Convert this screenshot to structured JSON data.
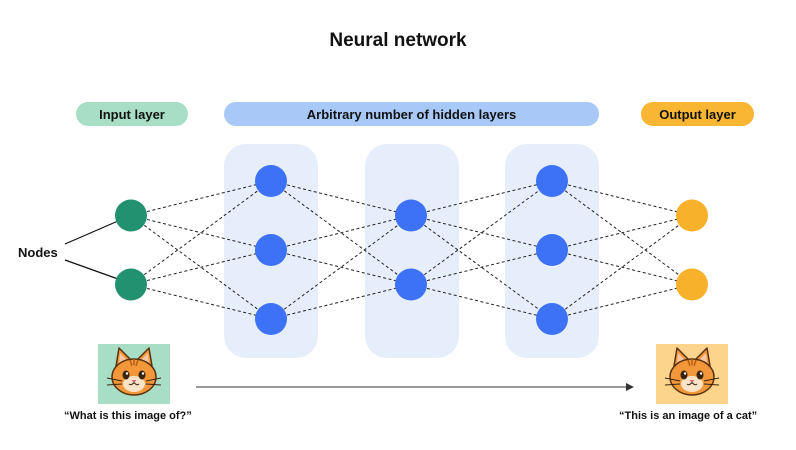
{
  "title": "Neural network",
  "layers": {
    "input": "Input layer",
    "hidden": "Arbitrary number of hidden layers",
    "output": "Output layer"
  },
  "nodes_label": "Nodes",
  "input_caption": "“What is this image of?”",
  "output_caption": "“This is an image of a cat”",
  "network": {
    "layer_node_counts": [
      2,
      3,
      2,
      3,
      2
    ],
    "node_colors": [
      "#22916f",
      "#3d72f6",
      "#3d72f6",
      "#3d72f6",
      "#f8b12a"
    ]
  },
  "colors": {
    "input": "#22916f",
    "hidden": "#3d72f6",
    "output": "#f8b12a",
    "input_pill": "#a9dec6",
    "hidden_pill": "#a8c8f8",
    "output_pill": "#f8b632",
    "hidden_column": "#e7eefb"
  },
  "icons": {
    "input_image": "cat-face-icon",
    "output_image": "cat-face-icon"
  }
}
